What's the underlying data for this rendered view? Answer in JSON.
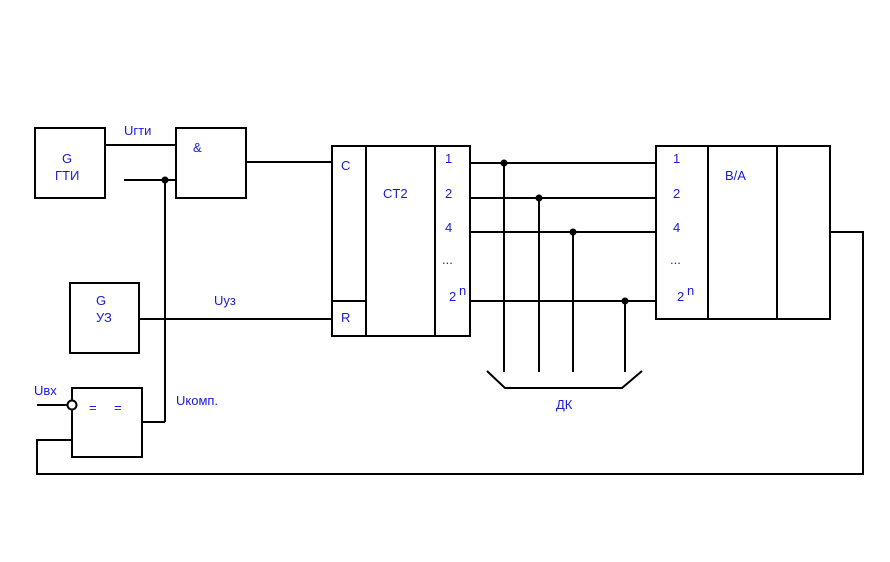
{
  "gti": {
    "line1": "G",
    "line2": "ГТИ"
  },
  "and_gate": {
    "label": "&"
  },
  "uz": {
    "line1": "G",
    "line2": "УЗ"
  },
  "comparator": {
    "label1": "=",
    "label2": "="
  },
  "counter": {
    "c_label": "C",
    "r_label": "R",
    "name": "CT2",
    "outputs": [
      "1",
      "2",
      "4",
      "...",
      "2",
      "n"
    ]
  },
  "converter": {
    "name": "B/A",
    "inputs": [
      "1",
      "2",
      "4",
      "...",
      "2",
      "n"
    ]
  },
  "signals": {
    "u_gti": "Uгти",
    "u_uz": "Uуз",
    "u_in": "Uвх",
    "u_comp": "Uкомп."
  },
  "dk": {
    "label": "ДК"
  },
  "colors": {
    "text": "#1a1ad6",
    "line": "#000000"
  }
}
